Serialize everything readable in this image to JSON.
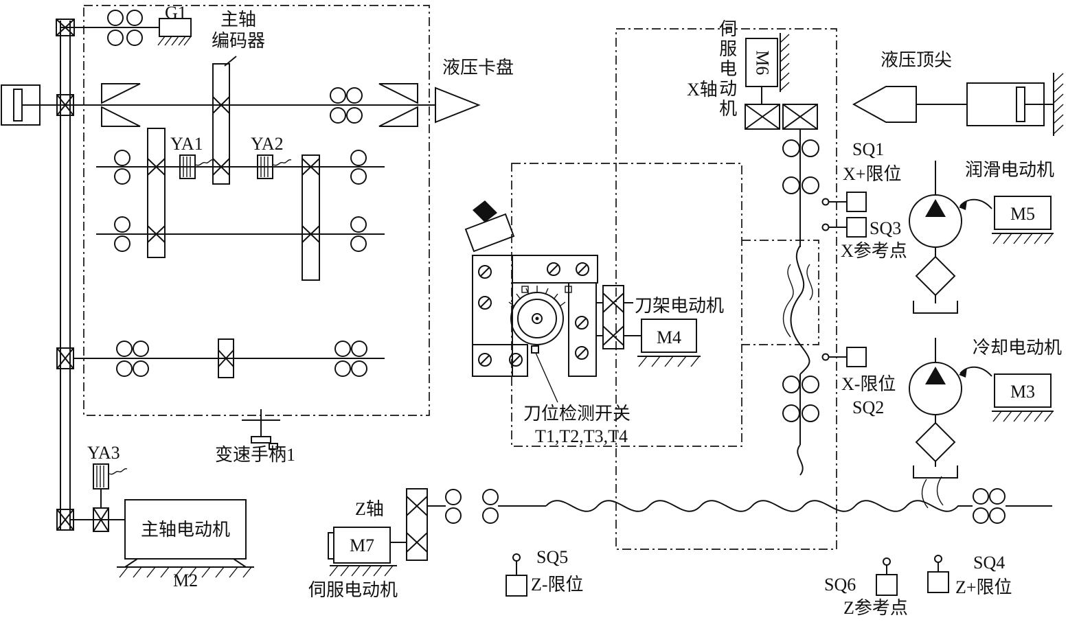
{
  "colors": {
    "ink": "#111111",
    "background": "#ffffff"
  },
  "spindle_section": {
    "encoder_id": "G1",
    "encoder_name_line1": "主轴",
    "encoder_name_line2": "编码器",
    "chuck_label": "液压卡盘",
    "solenoid_ya1": "YA1",
    "solenoid_ya2": "YA2",
    "solenoid_ya3": "YA3",
    "shift_handle_label": "变速手柄1",
    "motor_name": "主轴电动机",
    "motor_id": "M2"
  },
  "z_axis_section": {
    "axis_label": "Z轴",
    "motor_id": "M7",
    "motor_name": "伺服电动机",
    "sq5_id": "SQ5",
    "sq5_label": "Z-限位",
    "sq6_id": "SQ6",
    "sq6_label": "Z参考点",
    "sq4_id": "SQ4",
    "sq4_label": "Z+限位"
  },
  "turret_section": {
    "motor_name": "刀架电动机",
    "motor_id": "M4",
    "switch_label": "刀位检测开关",
    "switch_positions": "T1,T2,T3,T4"
  },
  "x_axis_section": {
    "axis_label": "X轴",
    "motor_name": "伺服电动机",
    "motor_id": "M6",
    "sq1_id": "SQ1",
    "sq1_label": "X+限位",
    "sq3_id": "SQ3",
    "sq3_label": "X参考点",
    "sq2_label": "X-限位",
    "sq2_id": "SQ2"
  },
  "tailstock_section": {
    "label": "液压顶尖"
  },
  "lubrication_section": {
    "motor_name": "润滑电动机",
    "motor_id": "M5"
  },
  "cooling_section": {
    "motor_name": "冷却电动机",
    "motor_id": "M3"
  }
}
